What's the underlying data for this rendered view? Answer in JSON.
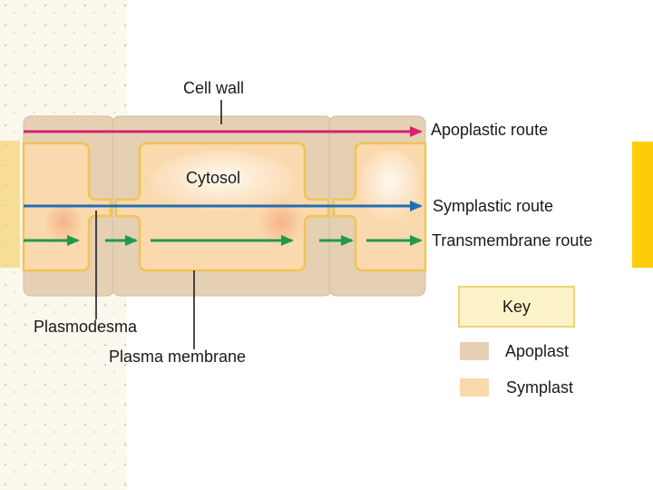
{
  "labels": {
    "cell_wall": "Cell wall",
    "apoplastic_route": "Apoplastic route",
    "cytosol": "Cytosol",
    "symplastic_route": "Symplastic route",
    "transmembrane_route": "Transmembrane route",
    "plasmodesma": "Plasmodesma",
    "plasma_membrane": "Plasma membrane"
  },
  "key": {
    "title": "Key",
    "items": [
      {
        "label": "Apoplast",
        "color": "#e5d0b4"
      },
      {
        "label": "Symplast",
        "color": "#fbd9ae"
      }
    ]
  },
  "colors": {
    "apoplastic_arrow": "#d6246e",
    "symplastic_arrow": "#1f6fb4",
    "transmembrane_arrow": "#1e9a4e",
    "cell_wall": "#e5d0b4",
    "symplast": "#fbd9ae",
    "plasma_membrane": "#f2c454",
    "accent_bar": "#fecd0a"
  }
}
